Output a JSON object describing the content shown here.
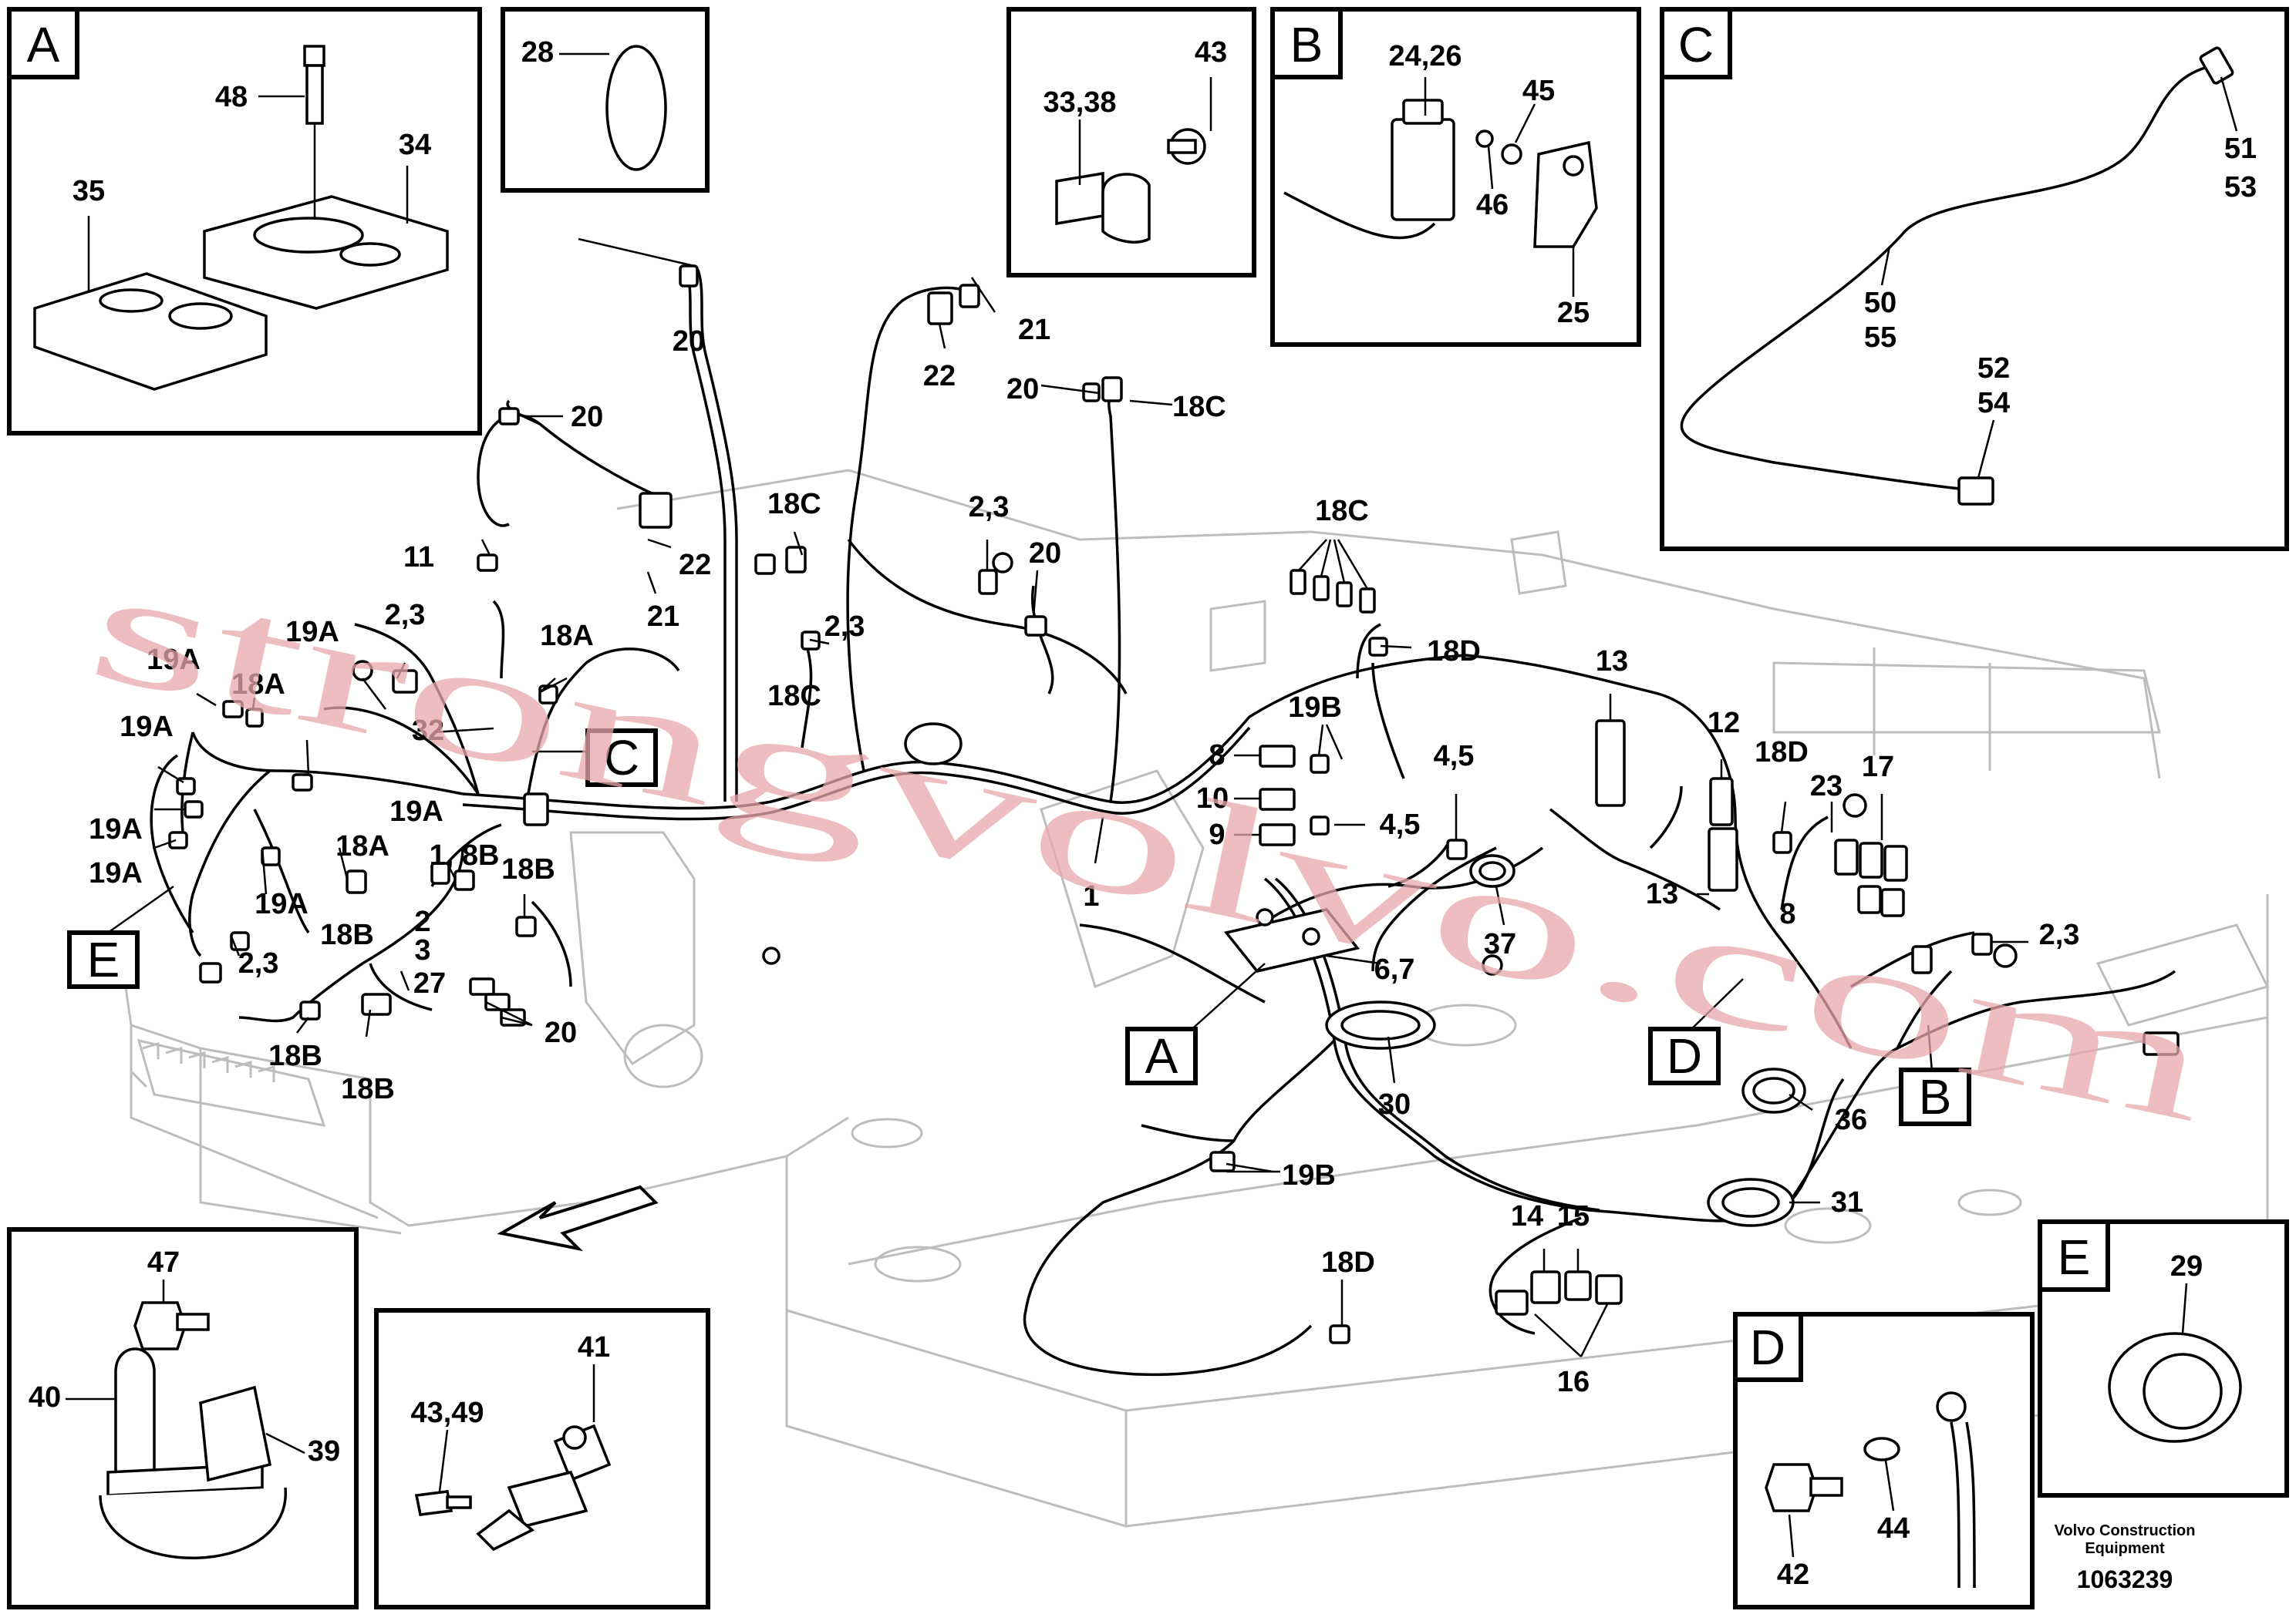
{
  "callouts": {
    "A_box": "A",
    "B_box": "B",
    "C_box": "C",
    "D_box": "D",
    "E_box": "E",
    "main_A": "A",
    "main_B": "B",
    "main_C": "C",
    "main_D": "D",
    "main_E": "E",
    "n48": "48",
    "n34": "34",
    "n35": "35",
    "n28": "28",
    "n43": "43",
    "n33_38": "33,38",
    "n24_26": "24,26",
    "n45": "45",
    "n46": "46",
    "n25": "25",
    "n51": "51",
    "n53": "53",
    "n50": "50",
    "n55": "55",
    "n52": "52",
    "n54": "54",
    "n20a": "20",
    "n20b": "20",
    "n20c": "20",
    "n20d": "20",
    "n20e": "20",
    "n21a": "21",
    "n21b": "21",
    "n22a": "22",
    "n22b": "22",
    "n18C_a": "18C",
    "n18C_b": "18C",
    "n18C_c": "18C",
    "n18C_d": "18C",
    "n11": "11",
    "n2_3a": "2,3",
    "n2_3b": "2,3",
    "n2_3c": "2,3",
    "n2_3d": "2,3",
    "n2_3e": "2,3",
    "n19A_a": "19A",
    "n19A_b": "19A",
    "n19A_c": "19A",
    "n19A_d": "19A",
    "n19A_e": "19A",
    "n19A_f": "19A",
    "n19A_g": "19A",
    "n18A_a": "18A",
    "n18A_b": "18A",
    "n18A_c": "18A",
    "n32": "32",
    "n18D_a": "18D",
    "n18D_b": "18D",
    "n18D_c": "18D",
    "n13a": "13",
    "n13b": "13",
    "n12": "12",
    "n23": "23",
    "n17": "17",
    "n19B_a": "19B",
    "n19B_b": "19B",
    "n8a": "8",
    "n8b": "8",
    "n10": "10",
    "n9": "9",
    "n4_5a": "4,5",
    "n4_5b": "4,5",
    "n1": "1",
    "n37": "37",
    "n6_7": "6,7",
    "n1_8B": "1, 8B",
    "n18B_a": "18B",
    "n18B_b": "18B",
    "n18B_c": "18B",
    "n18B_d": "18B",
    "n2": "2",
    "n3": "3",
    "n27": "27",
    "n30": "30",
    "n36": "36",
    "n31": "31",
    "n14": "14",
    "n15": "15",
    "n16": "16",
    "n47": "47",
    "n40": "40",
    "n39": "39",
    "n41": "41",
    "n43_49": "43,49",
    "n42": "42",
    "n44": "44",
    "n29": "29"
  },
  "footer": {
    "brand_line1": "Volvo Construction",
    "brand_line2": "Equipment",
    "doc_number": "1063239"
  },
  "watermark": "strongvolvo.com"
}
